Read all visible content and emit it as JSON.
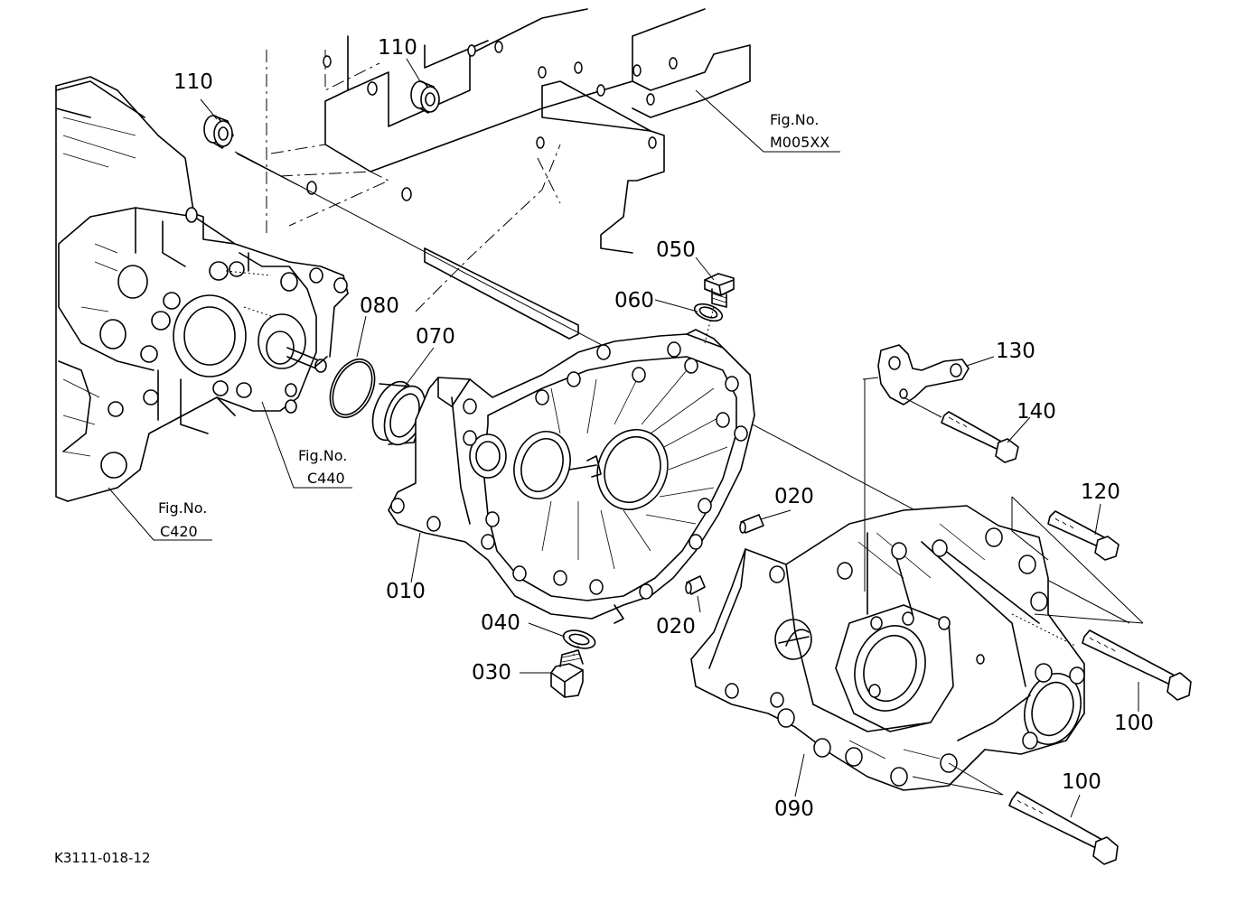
{
  "drawing_code": "K3111-018-12",
  "callouts": {
    "p010": "010",
    "p020a": "020",
    "p020b": "020",
    "p030": "030",
    "p040": "040",
    "p050": "050",
    "p060": "060",
    "p070": "070",
    "p080": "080",
    "p090": "090",
    "p100a": "100",
    "p100b": "100",
    "p110a": "110",
    "p110b": "110",
    "p120": "120",
    "p130": "130",
    "p140": "140"
  },
  "fig_refs": {
    "m005": {
      "label": "Fig.No.",
      "code": "M005XX"
    },
    "c440": {
      "label": "Fig.No.",
      "code": "C440"
    },
    "c420": {
      "label": "Fig.No.",
      "code": "C420"
    }
  }
}
